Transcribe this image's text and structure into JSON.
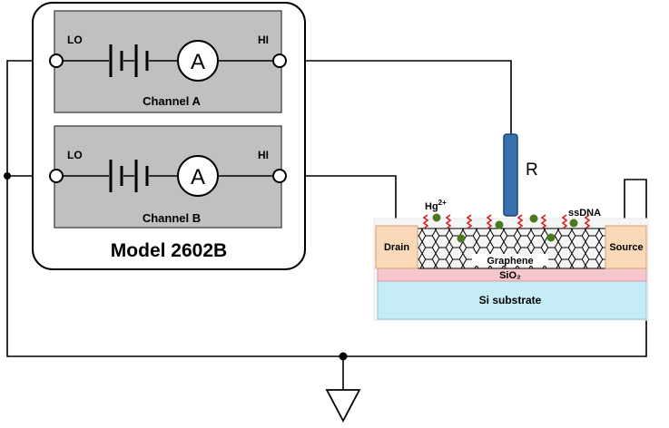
{
  "instrument": {
    "model_label": "Model 2602B",
    "channels": [
      {
        "name": "Channel A",
        "lo_label": "LO",
        "hi_label": "HI",
        "meter_symbol": "A"
      },
      {
        "name": "Channel B",
        "lo_label": "LO",
        "hi_label": "HI",
        "meter_symbol": "A"
      }
    ]
  },
  "device": {
    "reference_electrode_label": "R",
    "drain_label": "Drain",
    "source_label": "Source",
    "graphene_label": "Graphene",
    "oxide_label": "SiO₂",
    "substrate_label": "Si substrate",
    "ion_label": "Hg",
    "ion_charge": "2+",
    "probe_label": "ssDNA"
  },
  "colors": {
    "channel_fill": "#c0c0c0",
    "electrode_fill": "#3a6fb0",
    "drain_fill": "#f9d9b8",
    "oxide_fill": "#f5c6cb",
    "substrate_fill": "#c6ecf6",
    "ssdna": "#d42020",
    "ion": "#4a7a1e"
  }
}
